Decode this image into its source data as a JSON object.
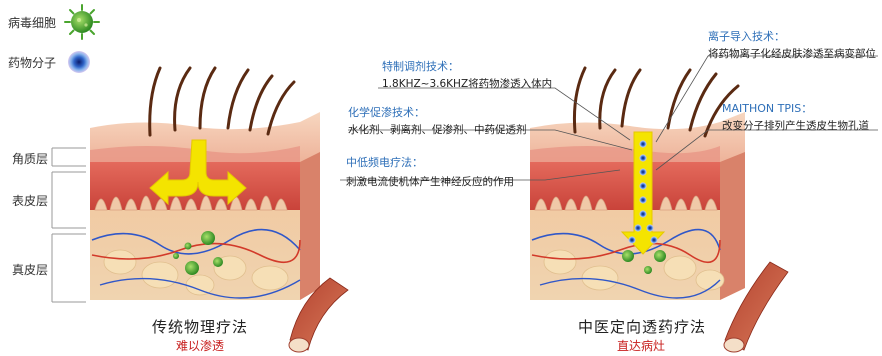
{
  "legend": {
    "virus_label": "病毒细胞",
    "drug_label": "药物分子"
  },
  "layers": {
    "stratum_corneum": "角质层",
    "epidermis": "表皮层",
    "dermis": "真皮层"
  },
  "left_panel": {
    "title": "传统物理疗法",
    "subtitle": "难以渗透"
  },
  "right_panel": {
    "title": "中医定向透药疗法",
    "subtitle": "直达病灶"
  },
  "techniques": [
    {
      "title": "特制调剂技术：",
      "desc": "1.8KHZ~3.6KHZ将药物渗透入体内"
    },
    {
      "title": "化学促渗技术：",
      "desc": "水化剂、剥离剂、促渗剂、中药促透剂"
    },
    {
      "title": "中低频电疗法：",
      "desc": "刺激电流使机体产生神经反应的作用"
    },
    {
      "title": "离子导入技术：",
      "desc": "将药物离子化经皮肤渗透至病变部位"
    },
    {
      "title": "MAITHON TPIS：",
      "desc": "改变分子排列产生透皮生物孔道"
    }
  ],
  "icons": {
    "virus": "virus-icon",
    "drug": "drug-molecule-icon",
    "arrow": "yellow-arrow-icon"
  },
  "colors": {
    "accent_blue": "#2e6fb8",
    "accent_red": "#c8201f",
    "virus_green": "#3a9a2a",
    "arrow_yellow": "#f2e600"
  }
}
